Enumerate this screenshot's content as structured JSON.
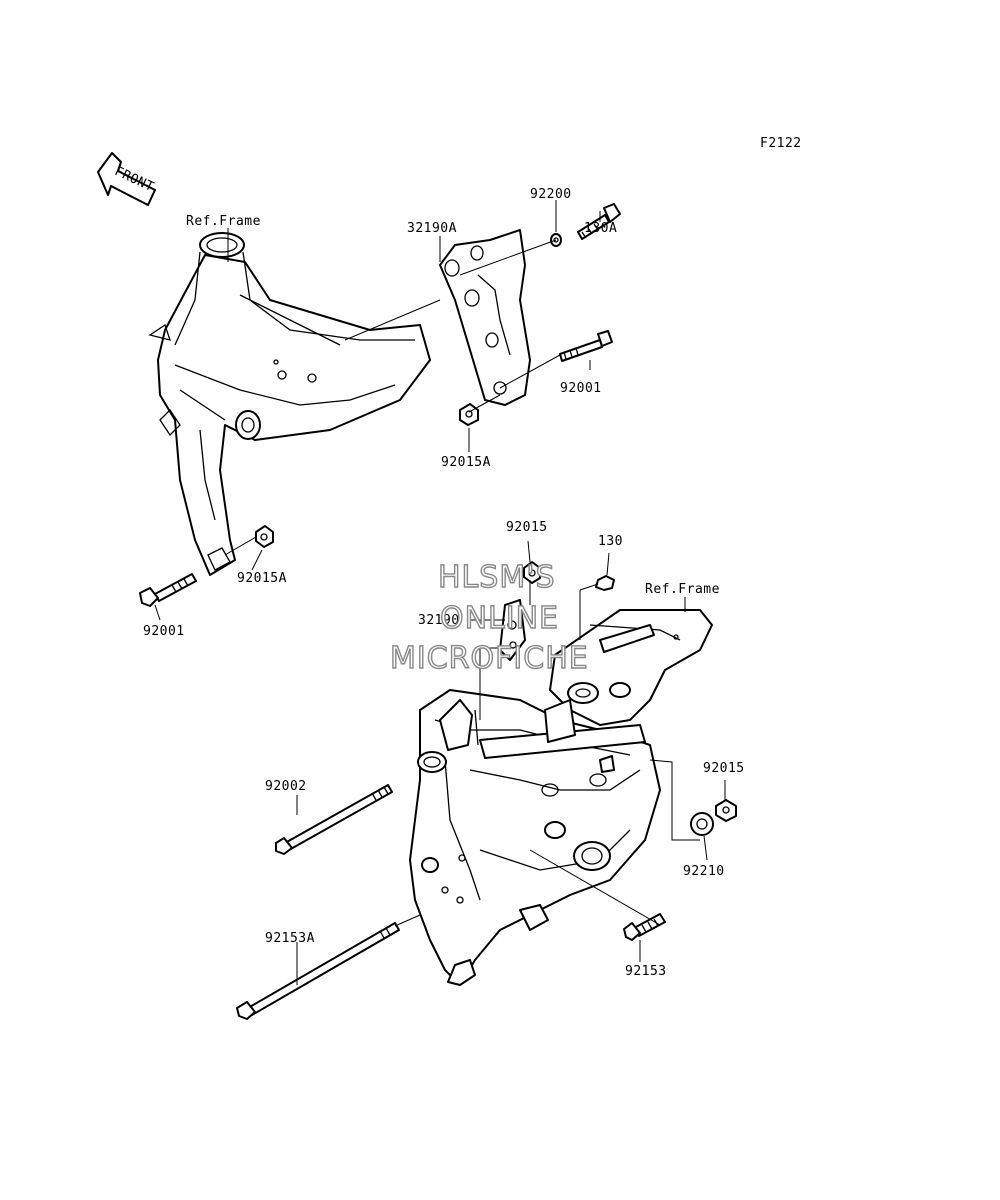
{
  "diagram_code": "F2122",
  "front_arrow_text": "FRONT",
  "watermark": [
    "HLSM'S",
    "ONLINE",
    "MICROFICHE"
  ],
  "labels": {
    "ref_frame_top": "Ref.Frame",
    "ref_frame_bottom": "Ref.Frame",
    "p32190A": "32190A",
    "p92200": "92200",
    "p130A": "130A",
    "p92001_top": "92001",
    "p92015A_top": "92015A",
    "p92015A_left": "92015A",
    "p92001_left": "92001",
    "p92015_mid": "92015",
    "p130": "130",
    "p32190": "32190",
    "p92002": "92002",
    "p92015_right": "92015",
    "p92210": "92210",
    "p92153A": "92153A",
    "p92153": "92153"
  }
}
